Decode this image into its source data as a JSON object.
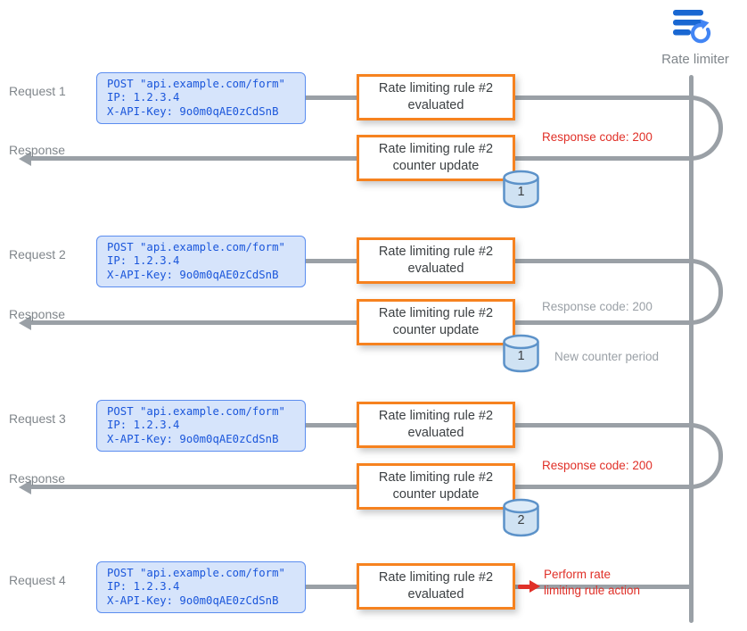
{
  "legend": {
    "label": "Rate limiter"
  },
  "colors": {
    "orange": "#f6821f",
    "red": "#e03028",
    "line_gray": "#9aa0a6",
    "label_gray": "#80868b",
    "request_box_bg": "#d6e4fb",
    "request_box_border": "#5b8def",
    "request_text_blue": "#1a56db",
    "db_fill": "#cfe2f3",
    "db_border": "#5c92c9",
    "icon_blue": "#1967d2",
    "icon_light_blue": "#4285f4"
  },
  "payload": {
    "line1": "POST \"api.example.com/form\"",
    "line2": "IP: 1.2.3.4",
    "line3": "X-API-Key: 9o0m0qAE0zCdSnB"
  },
  "rows": [
    {
      "type": "request",
      "label": "Request 1",
      "box_line1": "Rate limiting rule #2",
      "box_line2": "evaluated"
    },
    {
      "type": "response",
      "label": "Response",
      "box_line1": "Rate limiting rule #2",
      "box_line2": "counter update",
      "counter": "1",
      "annotation": "Response code: 200"
    },
    {
      "type": "request",
      "label": "Request 2",
      "box_line1": "Rate limiting rule #2",
      "box_line2": "evaluated"
    },
    {
      "type": "response",
      "label": "Response",
      "box_line1": "Rate limiting rule #2",
      "box_line2": "counter update",
      "counter": "1",
      "annotation": "Response code: 200",
      "annotation2": "New counter period"
    },
    {
      "type": "request",
      "label": "Request 3",
      "box_line1": "Rate limiting rule #2",
      "box_line2": "evaluated"
    },
    {
      "type": "response",
      "label": "Response",
      "box_line1": "Rate limiting rule #2",
      "box_line2": "counter update",
      "counter": "2",
      "annotation": "Response code: 200"
    },
    {
      "type": "request",
      "label": "Request 4",
      "box_line1": "Rate limiting rule #2",
      "box_line2": "evaluated",
      "annotation_line1": "Perform rate",
      "annotation_line2": "limiting rule action"
    }
  ]
}
